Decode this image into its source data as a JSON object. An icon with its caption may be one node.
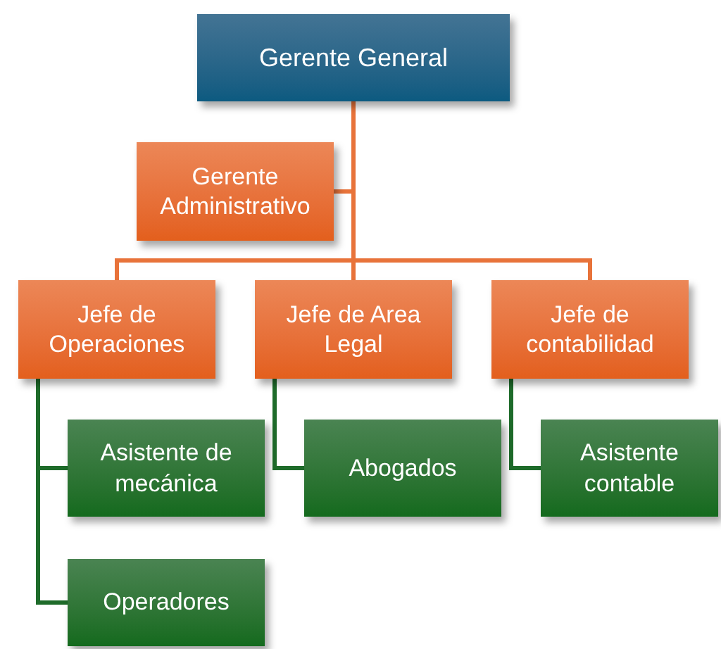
{
  "diagram": {
    "nodes": [
      {
        "text": [
          "Gerente General"
        ]
      },
      {
        "text": [
          "Gerente Administrativo"
        ]
      },
      {
        "text": [
          "Jefe de Operaciones"
        ]
      },
      {
        "text": [
          "Jefe de Area Legal"
        ]
      },
      {
        "text": [
          "Jefe de contabilidad"
        ]
      },
      {
        "text": [
          "Asistente de mecánica"
        ]
      },
      {
        "text": [
          "Operadores"
        ]
      },
      {
        "text": [
          "Abogados"
        ]
      },
      {
        "text": [
          "Asistente contable"
        ]
      }
    ],
    "edges": [
      {
        "from": 0,
        "to": 1,
        "arrow": "none"
      },
      {
        "from": 0,
        "to": 2,
        "arrow": "none"
      },
      {
        "from": 0,
        "to": 3,
        "arrow": "none"
      },
      {
        "from": 0,
        "to": 4,
        "arrow": "none"
      },
      {
        "from": 2,
        "to": 5,
        "arrow": "none",
        "color": "#1e6b2a"
      },
      {
        "from": 2,
        "to": 6,
        "arrow": "none",
        "color": "#1e6b2a"
      },
      {
        "from": 3,
        "to": 7,
        "arrow": "none",
        "color": "#1e6b2a"
      },
      {
        "from": 4,
        "to": 8,
        "arrow": "none",
        "color": "#1e6b2a"
      }
    ]
  }
}
